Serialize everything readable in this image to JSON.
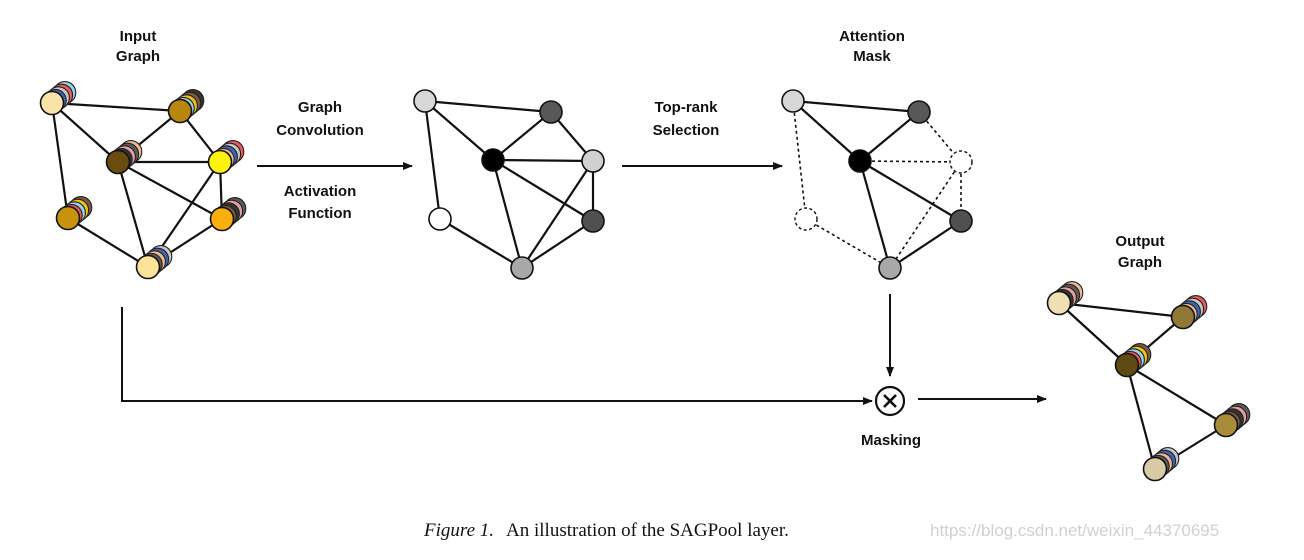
{
  "labels": {
    "input_graph": [
      "Input",
      "Graph"
    ],
    "graph_convolution": [
      "Graph",
      "Convolution"
    ],
    "activation_function": [
      "Activation",
      "Function"
    ],
    "top_rank_selection": [
      "Top-rank",
      "Selection"
    ],
    "attention_mask": [
      "Attention",
      "Mask"
    ],
    "output_graph": [
      "Output",
      "Graph"
    ],
    "masking": "Masking",
    "mask_operator": "⊗"
  },
  "caption": {
    "figure_label": "Figure 1.",
    "text": "An illustration of the SAGPool layer."
  },
  "watermark": "https://blog.csdn.net/weixin_44370695",
  "colors": {
    "input_nodes": [
      "#fae3a8",
      "#b8860b",
      "#6b4c10",
      "#fcf20e",
      "#c8930c",
      "#fbaf0c",
      "#fde29a"
    ],
    "attention_scores": [
      "#d8d8d8",
      "#585858",
      "#000000",
      "#d0d0d0",
      "#ffffff",
      "#505050",
      "#a8a8a8"
    ],
    "output_nodes": [
      "#f1dfb4",
      "#8e7a35",
      "#5f4a14",
      "#a88c3a",
      "#d7caa4"
    ]
  }
}
